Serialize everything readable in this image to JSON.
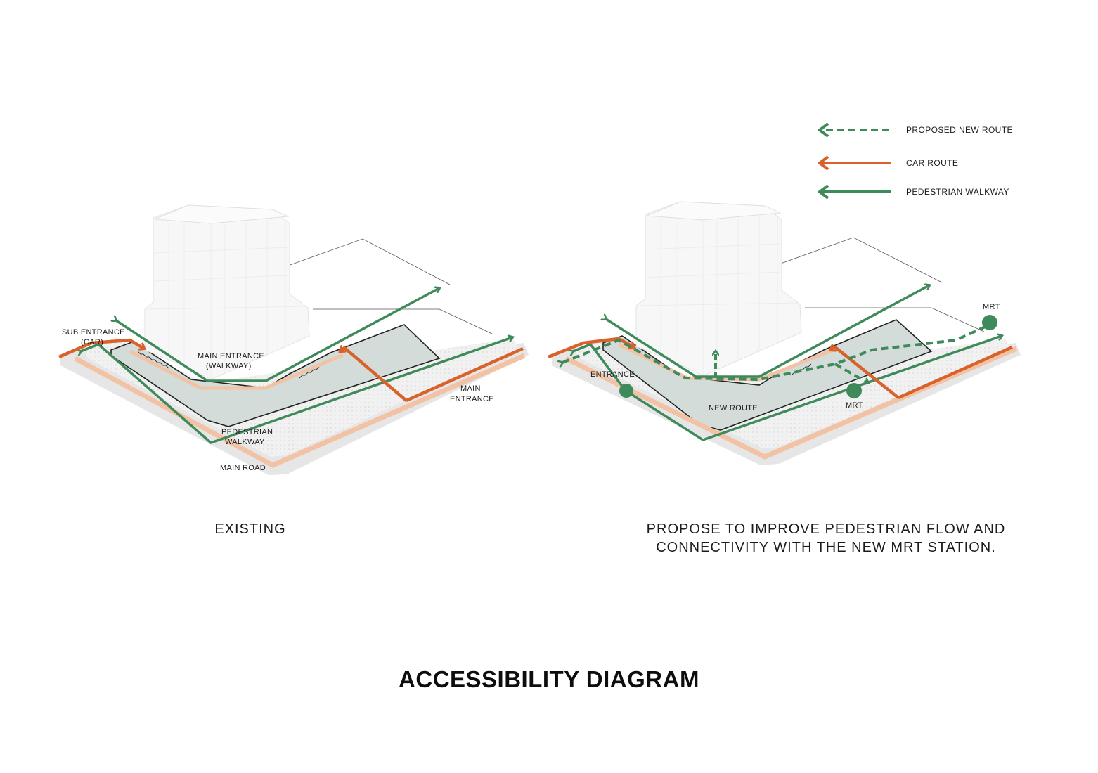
{
  "title": "ACCESSIBILITY DIAGRAM",
  "colors": {
    "pedestrian": "#3f8a5a",
    "car": "#d9622b",
    "main_road": "#f2c2a5",
    "plaza": "#d3dcd8",
    "ground": "#ececec",
    "building": "#f7f7f7"
  },
  "legend": {
    "items": [
      {
        "icon": "dashed-green-arrow-icon",
        "label": "PROPOSED NEW ROUTE"
      },
      {
        "icon": "orange-arrow-icon",
        "label": "CAR ROUTE"
      },
      {
        "icon": "green-arrow-icon",
        "label": "PEDESTRIAN WALKWAY"
      }
    ]
  },
  "existing": {
    "caption": "EXISTING",
    "labels": {
      "sub_entrance_1": "SUB ENTRANCE",
      "sub_entrance_2": "(CAR)",
      "main_entrance_walkway_1": "MAIN ENTRANCE",
      "main_entrance_walkway_2": "(WALKWAY)",
      "main_entrance_1": "MAIN",
      "main_entrance_2": "ENTRANCE",
      "pedestrian_walkway_1": "PEDESTRIAN",
      "pedestrian_walkway_2": "WALKWAY",
      "main_road": "MAIN ROAD"
    }
  },
  "proposed": {
    "caption_line1": "PROPOSE TO IMPROVE PEDESTRIAN FLOW AND",
    "caption_line2": "CONNECTIVITY WITH THE NEW MRT  STATION.",
    "labels": {
      "entrance": "ENTRANCE",
      "new_route": "NEW ROUTE",
      "mrt_1": "MRT",
      "mrt_2": "MRT"
    }
  }
}
